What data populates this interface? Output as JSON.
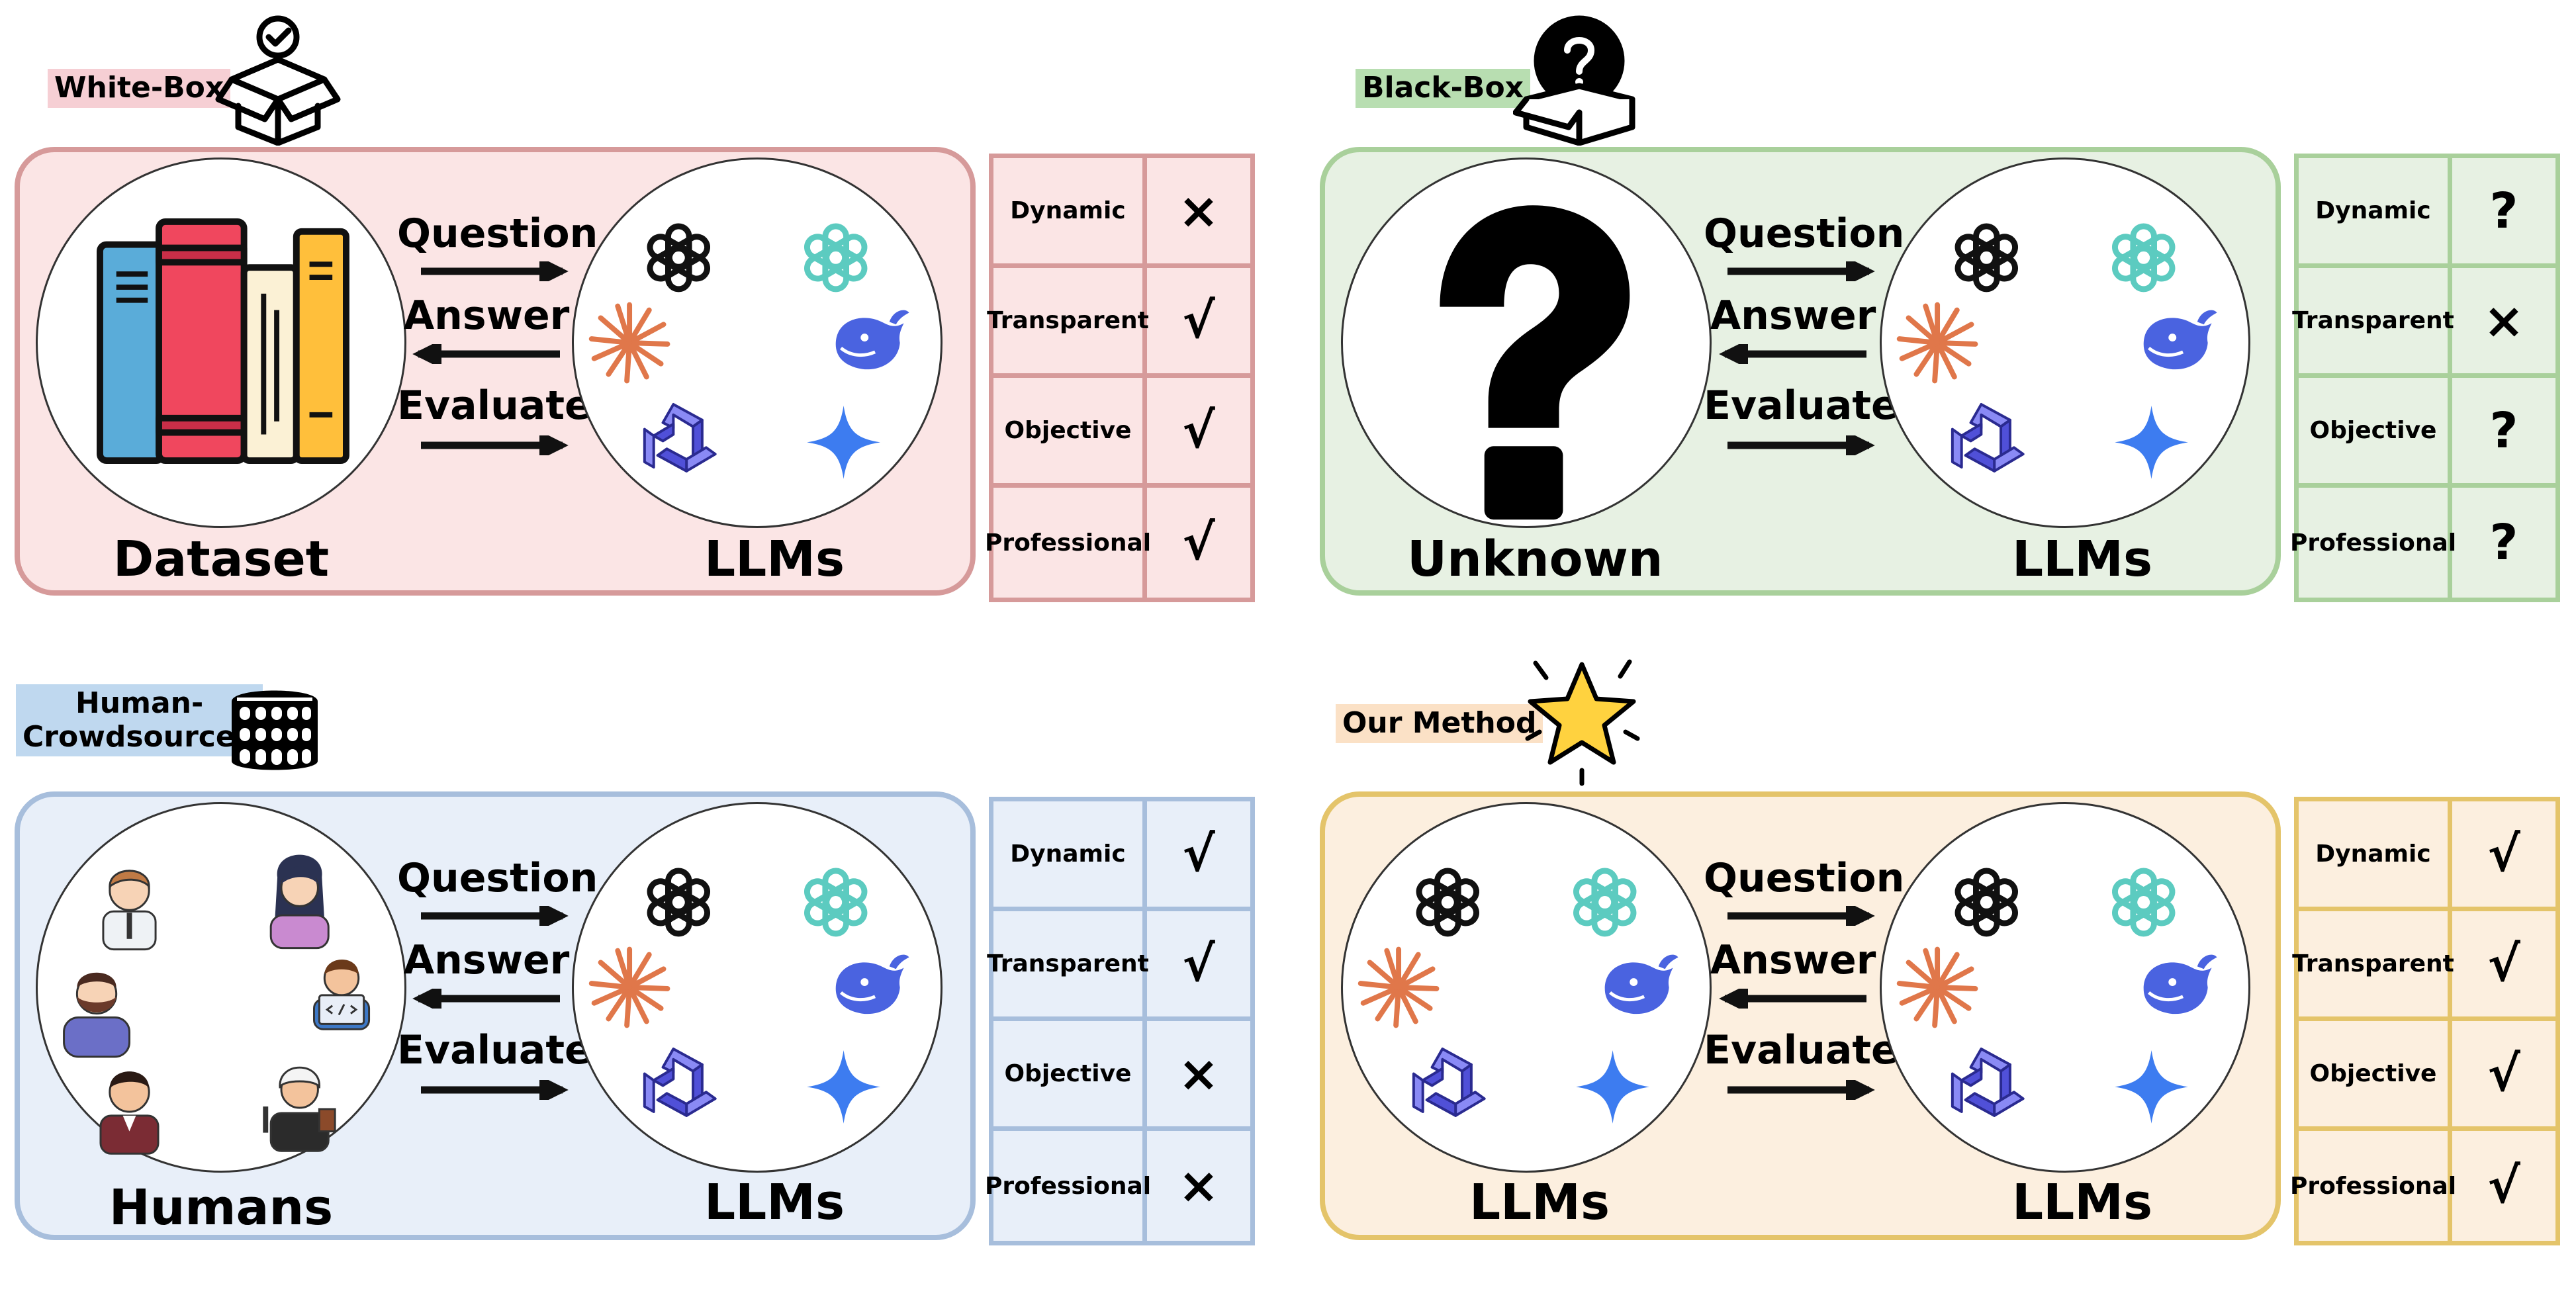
{
  "colors": {
    "whitebox_fill": "#fbe5e5",
    "whitebox_border": "#d69a9a",
    "whitebox_tag": "#f6cfd4",
    "blackbox_fill": "#e7f1e3",
    "blackbox_border": "#a9d09b",
    "blackbox_tag": "#b8deb1",
    "crowd_fill": "#e8eff9",
    "crowd_border": "#a7bedc",
    "crowd_tag": "#bfd8ef",
    "ours_fill": "#fcefdf",
    "ours_border": "#e4c46a",
    "ours_tag": "#fbe1c6",
    "openai_black": "#111111",
    "openai_teal": "#5ccbc0",
    "claude_orange": "#e0774a",
    "deepseek_blue": "#4a63e0",
    "qwen_purple": "#6060e0",
    "gemini_blue": "#3d7cf0"
  },
  "icons": {
    "whitebox": "open-box-check-icon",
    "blackbox": "closed-box-question-icon",
    "crowd": "colosseum-icon",
    "ours": "sparkling-star-icon",
    "models": [
      "openai-black-icon",
      "openai-teal-icon",
      "claude-icon",
      "deepseek-icon",
      "qwen-icon",
      "gemini-icon"
    ]
  },
  "flow": {
    "question": "Question",
    "answer": "Answer",
    "evaluate": "Evaluate"
  },
  "panels": {
    "whitebox": {
      "tag": "White-Box",
      "left_label": "Dataset",
      "right_label": "LLMs",
      "table": [
        {
          "prop": "Dynamic",
          "mark": "×"
        },
        {
          "prop": "Transparent",
          "mark": "√"
        },
        {
          "prop": "Objective",
          "mark": "√"
        },
        {
          "prop": "Professional",
          "mark": "√"
        }
      ]
    },
    "blackbox": {
      "tag": "Black-Box",
      "left_label": "Unknown",
      "right_label": "LLMs",
      "table": [
        {
          "prop": "Dynamic",
          "mark": "?"
        },
        {
          "prop": "Transparent",
          "mark": "×"
        },
        {
          "prop": "Objective",
          "mark": "?"
        },
        {
          "prop": "Professional",
          "mark": "?"
        }
      ]
    },
    "crowd": {
      "tag_line1": "Human-",
      "tag_line2": "Crowdsourced",
      "left_label": "Humans",
      "right_label": "LLMs",
      "table": [
        {
          "prop": "Dynamic",
          "mark": "√"
        },
        {
          "prop": "Transparent",
          "mark": "√"
        },
        {
          "prop": "Objective",
          "mark": "×"
        },
        {
          "prop": "Professional",
          "mark": "×"
        }
      ]
    },
    "ours": {
      "tag": "Our Method",
      "left_label": "LLMs",
      "right_label": "LLMs",
      "table": [
        {
          "prop": "Dynamic",
          "mark": "√"
        },
        {
          "prop": "Transparent",
          "mark": "√"
        },
        {
          "prop": "Objective",
          "mark": "√"
        },
        {
          "prop": "Professional",
          "mark": "√"
        }
      ]
    }
  }
}
